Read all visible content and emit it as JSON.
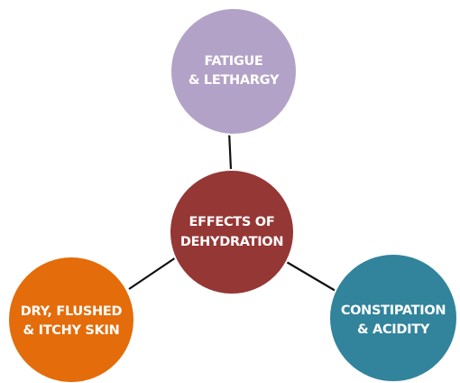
{
  "diagram": {
    "center": {
      "line1": "EFFECTS OF",
      "line2": "DEHYDRATION",
      "color": "#953735"
    },
    "nodes": [
      {
        "id": "fatigue",
        "line1": "FATIGUE",
        "line2": "& LETHARGY",
        "color": "#B3A2C7"
      },
      {
        "id": "skin",
        "line1": "DRY, FLUSHED",
        "line2": "& ITCHY SKIN",
        "color": "#E46C0A"
      },
      {
        "id": "constipation",
        "line1": "CONSTIPATION",
        "line2": "& ACIDITY",
        "color": "#31849B"
      }
    ]
  }
}
